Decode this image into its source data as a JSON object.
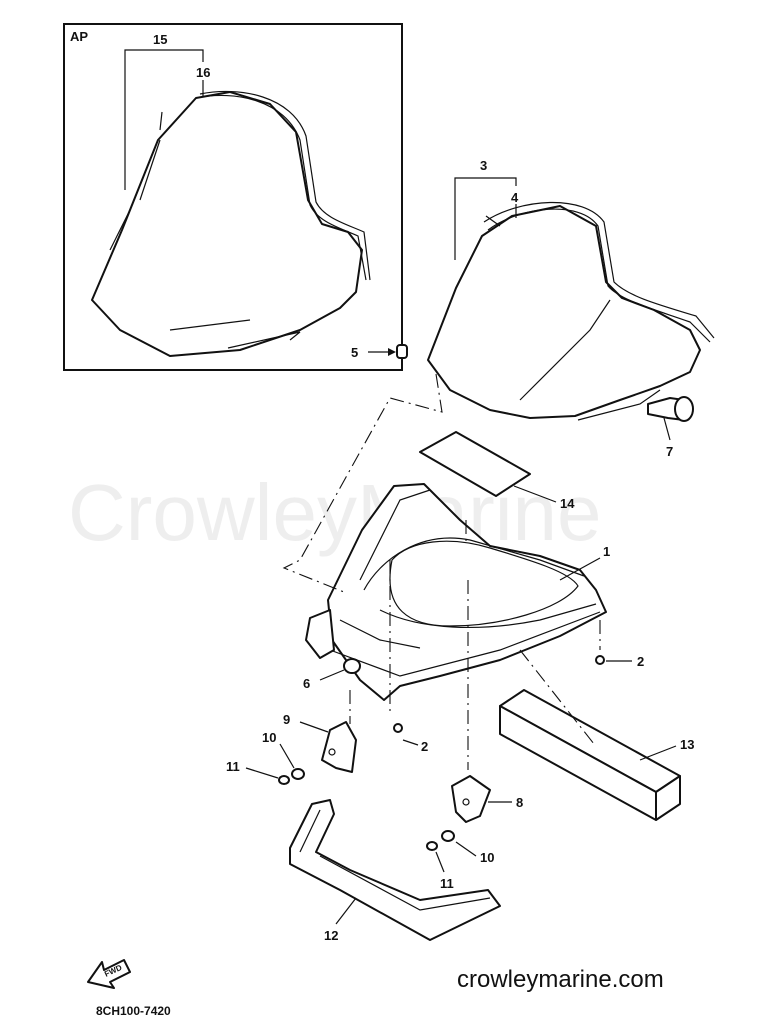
{
  "inset_label": "AP",
  "watermark": "CrowleyMarine",
  "site": "crowleymarine.com",
  "drawing_code": "8CH100-7420",
  "fwd_label": "FWD",
  "callouts": {
    "c1": "1",
    "c2a": "2",
    "c2b": "2",
    "c3": "3",
    "c4": "4",
    "c5": "5",
    "c6": "6",
    "c7": "7",
    "c8": "8",
    "c9": "9",
    "c10a": "10",
    "c10b": "10",
    "c11a": "11",
    "c11b": "11",
    "c12": "12",
    "c13": "13",
    "c14": "14",
    "c15": "15",
    "c16": "16"
  }
}
